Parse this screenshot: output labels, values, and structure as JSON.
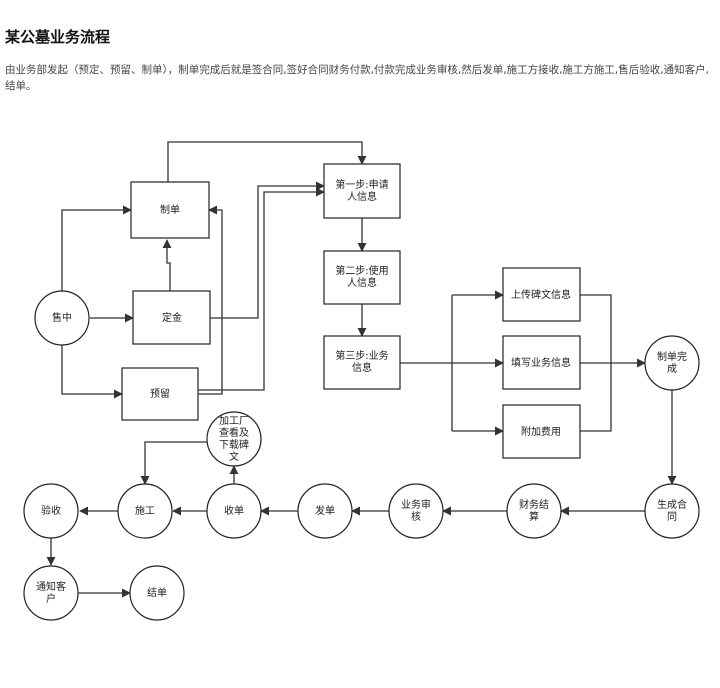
{
  "header": {
    "title": "某公墓业务流程",
    "description": "由业务部发起（预定、预留、制单），制单完成后就是签合同,签好合同财务付款,付款完成业务审核,然后发单,施工方接收,施工方施工,售后验收,通知客户,结单。"
  },
  "nodes": {
    "zhidan": [
      "制单"
    ],
    "shouzhong": [
      "售中"
    ],
    "dingjin": [
      "定金"
    ],
    "yuliu": [
      "预留"
    ],
    "step1": [
      "第一步:申请",
      "人信息"
    ],
    "step2": [
      "第二步:使用",
      "人信息"
    ],
    "step3": [
      "第三步:业务",
      "信息"
    ],
    "upload": [
      "上传碑文信息"
    ],
    "fill": [
      "填写业务信息"
    ],
    "fee": [
      "附加费用"
    ],
    "zhidan_done": [
      "制单完",
      "成"
    ],
    "contract": [
      "生成合",
      "同"
    ],
    "finance": [
      "财务结",
      "算"
    ],
    "review": [
      "业务审",
      "核"
    ],
    "fadan": [
      "发单"
    ],
    "shoudan": [
      "收单"
    ],
    "factory": [
      "加工厂",
      "查看及",
      "下载碑",
      "文"
    ],
    "shigong": [
      "施工"
    ],
    "yanshou": [
      "验收"
    ],
    "notify": [
      "通知客",
      "户"
    ],
    "jiedan": [
      "结单"
    ]
  }
}
